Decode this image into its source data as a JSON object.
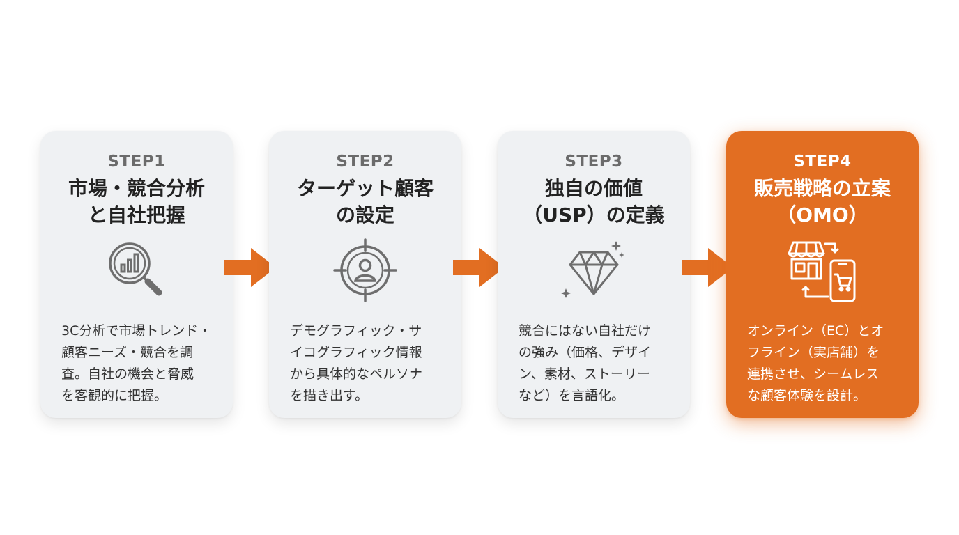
{
  "steps": [
    {
      "label": "STEP1",
      "title": "市場・競合分析\nと自社把握",
      "icon": "magnifier-chart-icon",
      "description": "3C分析で市場トレンド・\n顧客ニーズ・競合を調\n査。自社の機会と脅威\nを客観的に把握。"
    },
    {
      "label": "STEP2",
      "title": "ターゲット顧客\nの設定",
      "icon": "target-user-icon",
      "description": "デモグラフィック・サ\nイコグラフィック情報\nから具体的なペルソナ\nを描き出す。"
    },
    {
      "label": "STEP3",
      "title": "独自の価値\n（USP）の定義",
      "icon": "diamond-icon",
      "description": "競合にはない自社だけ\nの強み（価格、デザイ\nン、素材、ストーリー\nなど）を言語化。"
    },
    {
      "label": "STEP4",
      "title": "販売戦略の立案\n（OMO）",
      "icon": "store-smartphone-icon",
      "description": "オンライン（EC）とオ\nフライン（実店舗）を\n連携させ、シームレス\nな顧客体験を設計。"
    }
  ],
  "colors": {
    "accent": "#e26e22",
    "card_bg": "#eff1f3",
    "icon_gray": "#6e6e6e",
    "text_dark": "#222222"
  }
}
